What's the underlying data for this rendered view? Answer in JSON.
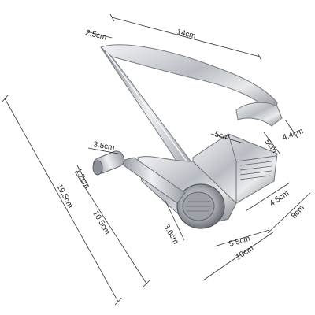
{
  "product": {
    "name_icon": "rotary-cheese-grater-icon",
    "metal_color": "#c9ccd1",
    "metal_dark": "#6f737a",
    "metal_highlight": "#f4f5f7"
  },
  "dimensions": {
    "handle_top_width": "14cm",
    "handle_top_thickness": "2.5cm",
    "clamp_depth": "4.4cm",
    "hopper_width": "5cm",
    "hopper_depth": "5cm",
    "crank_length": "3.5cm",
    "crank_knob": "1.2cm",
    "total_height": "19.5cm",
    "lower_height": "10.5cm",
    "drum_diameter": "3.6cm",
    "body_width": "5.5cm",
    "base_length": "10cm",
    "front_height": "4.5cm",
    "side_height": "8cm"
  },
  "dim_line_color": "#333333"
}
